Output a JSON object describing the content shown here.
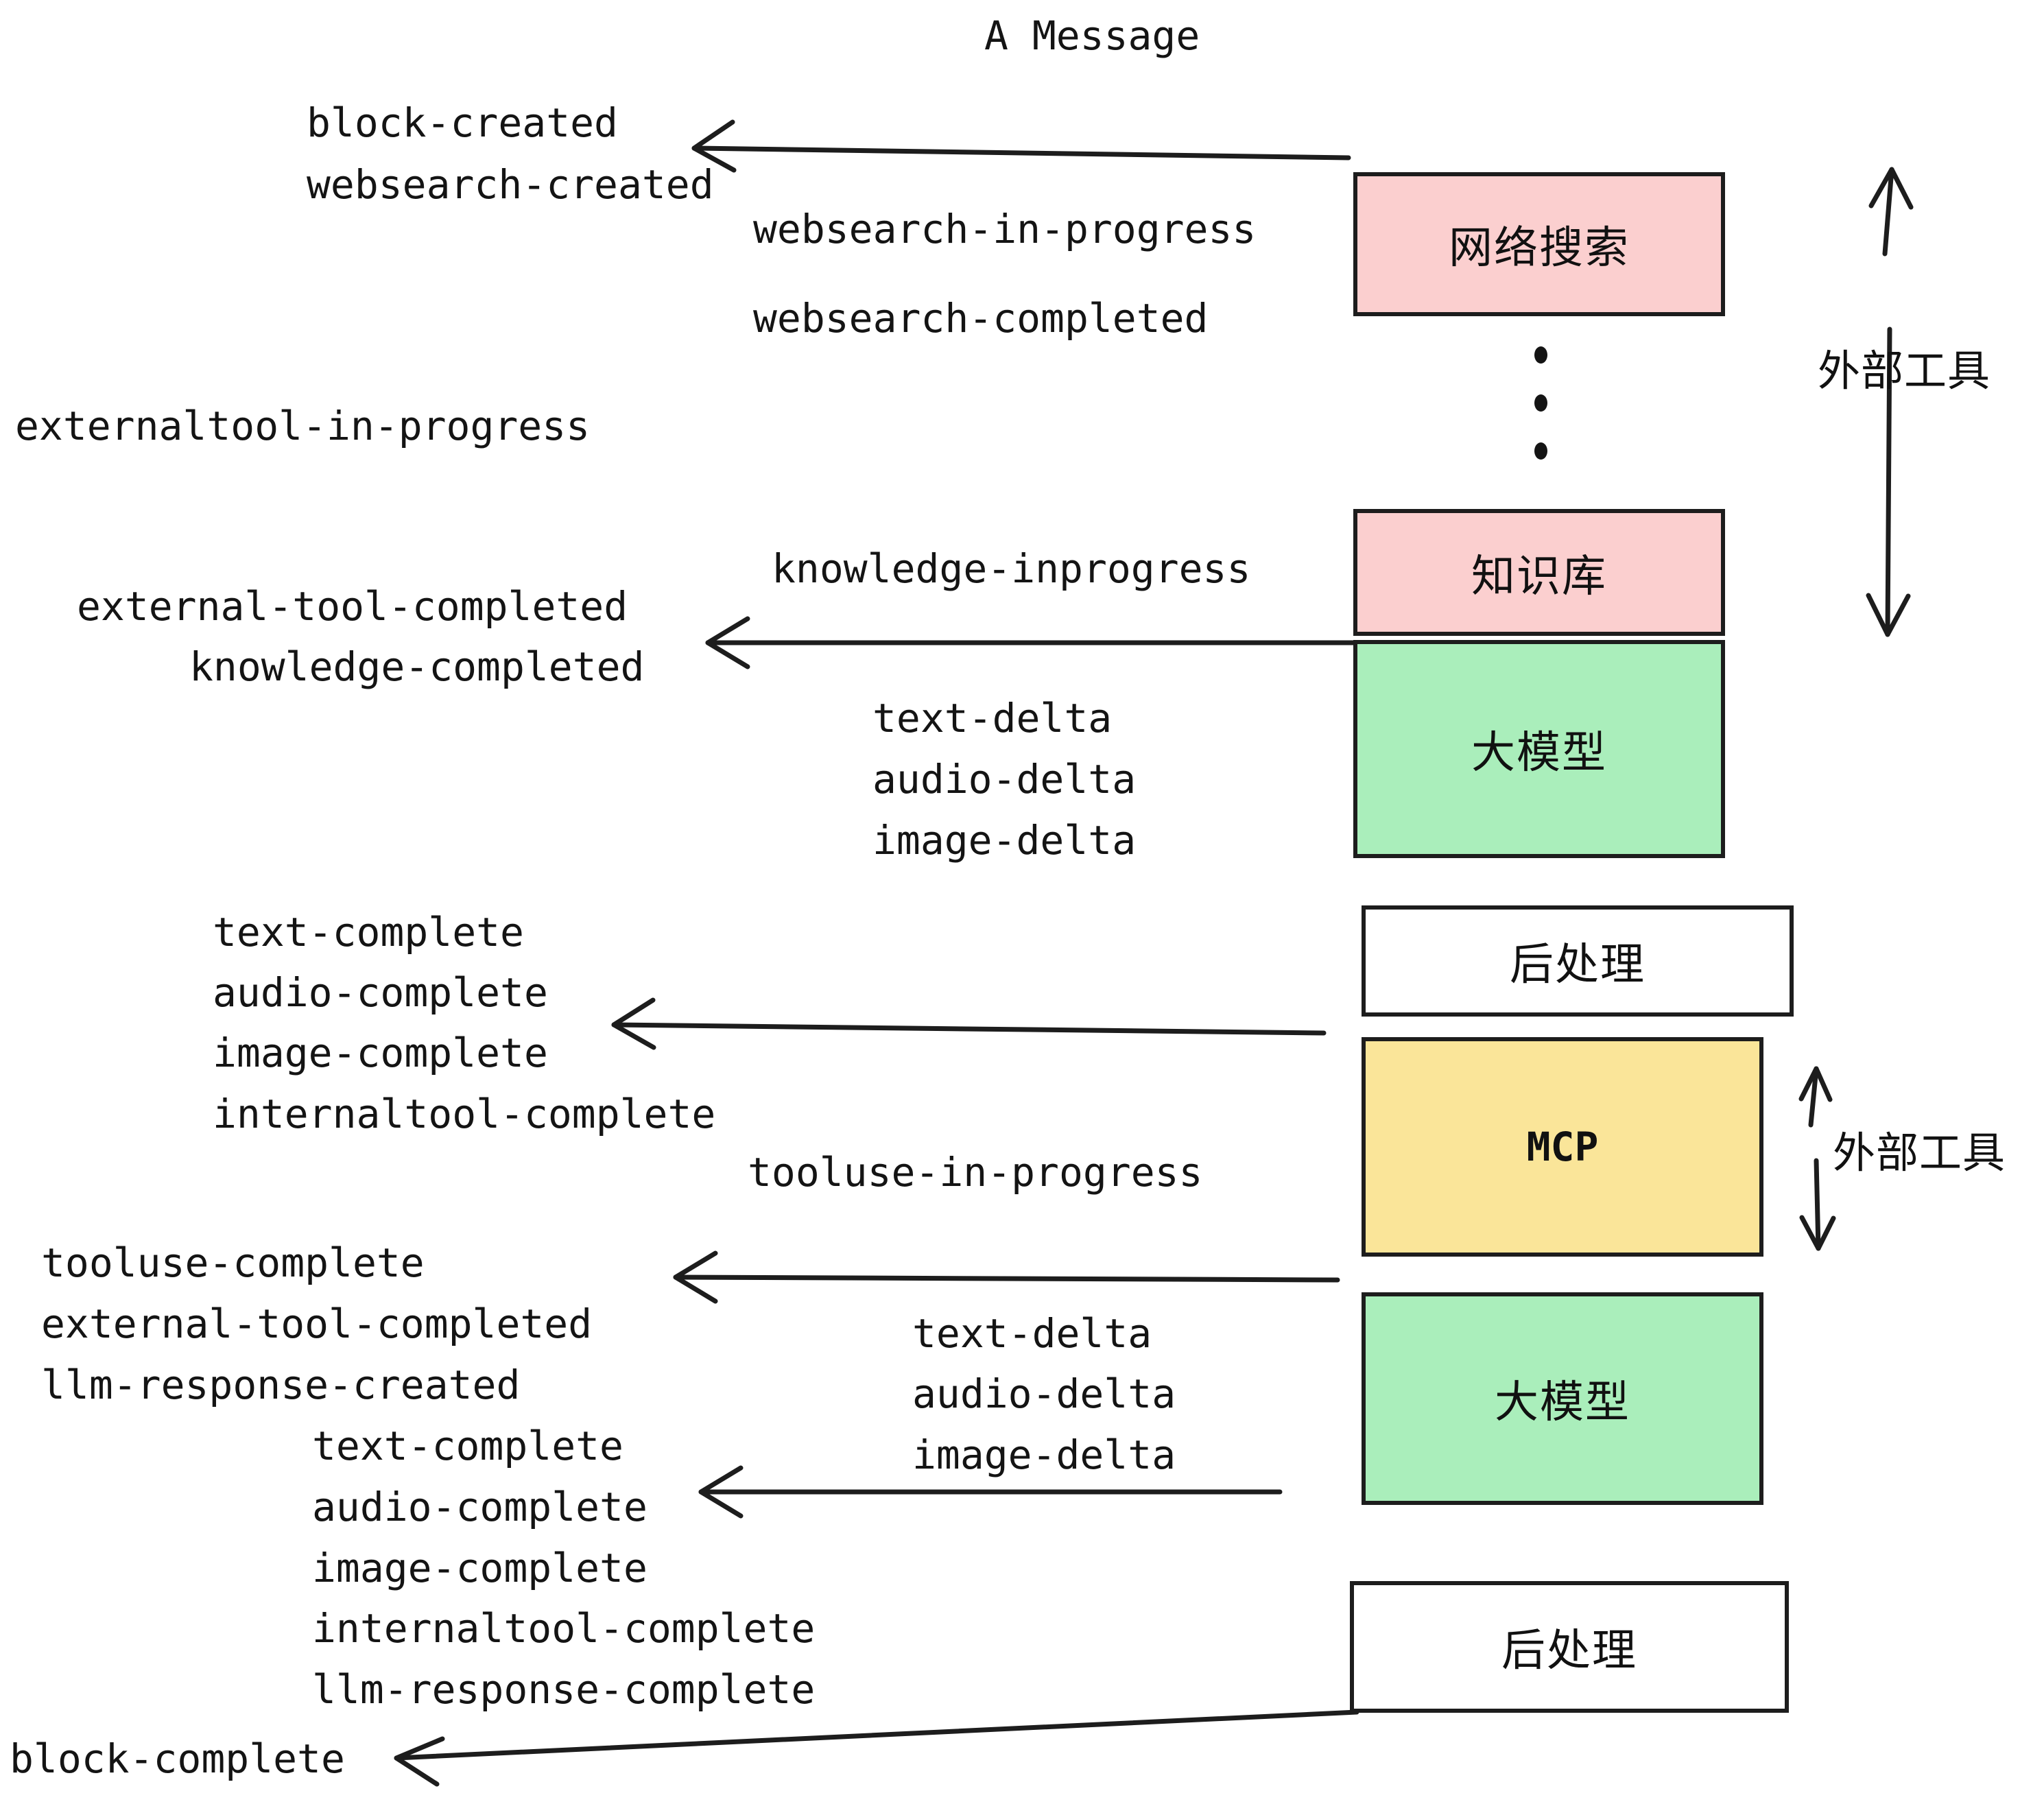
{
  "title": "A Message",
  "colors": {
    "pink": "#fbcfcf",
    "green": "#aaeebb",
    "yellow": "#fae599",
    "white": "#ffffff",
    "stroke": "#1d1d1d",
    "text": "#141414"
  },
  "boxes": [
    {
      "id": "websearch",
      "label": "网络搜索",
      "fill": "pink",
      "mono": false
    },
    {
      "id": "knowledge",
      "label": "知识库",
      "fill": "pink",
      "mono": false
    },
    {
      "id": "llm-1",
      "label": "大模型",
      "fill": "green",
      "mono": false
    },
    {
      "id": "postproc-1",
      "label": "后处理",
      "fill": "white",
      "mono": false
    },
    {
      "id": "mcp",
      "label": "MCP",
      "fill": "yellow",
      "mono": true
    },
    {
      "id": "llm-2",
      "label": "大模型",
      "fill": "green",
      "mono": false
    },
    {
      "id": "postproc-2",
      "label": "后处理",
      "fill": "white",
      "mono": false
    }
  ],
  "side_labels": [
    {
      "id": "external-tools-top",
      "text": "外部工具"
    },
    {
      "id": "external-tools-bottom",
      "text": "外部工具"
    }
  ],
  "events": {
    "block_created": "block-created",
    "websearch_created": "websearch-created",
    "websearch_in_progress": "websearch-in-progress",
    "websearch_completed": "websearch-completed",
    "externaltool_in_progress": "externaltool-in-progress",
    "knowledge_inprogress": "knowledge-inprogress",
    "external_tool_completed_1": "external-tool-completed",
    "knowledge_completed": "knowledge-completed",
    "text_delta_1": "text-delta",
    "audio_delta_1": "audio-delta",
    "image_delta_1": "image-delta",
    "text_complete_1": "text-complete",
    "audio_complete_1": "audio-complete",
    "image_complete_1": "image-complete",
    "internaltool_complete_1": "internaltool-complete",
    "tooluse_in_progress": "tooluse-in-progress",
    "tooluse_complete": "tooluse-complete",
    "external_tool_completed_2": "external-tool-completed",
    "llm_response_created": "llm-response-created",
    "text_delta_2": "text-delta",
    "audio_delta_2": "audio-delta",
    "image_delta_2": "image-delta",
    "text_complete_2": "text-complete",
    "audio_complete_2": "audio-complete",
    "image_complete_2": "image-complete",
    "internaltool_complete_2": "internaltool-complete",
    "llm_response_complete": "llm-response-complete",
    "block_complete": "block-complete"
  }
}
